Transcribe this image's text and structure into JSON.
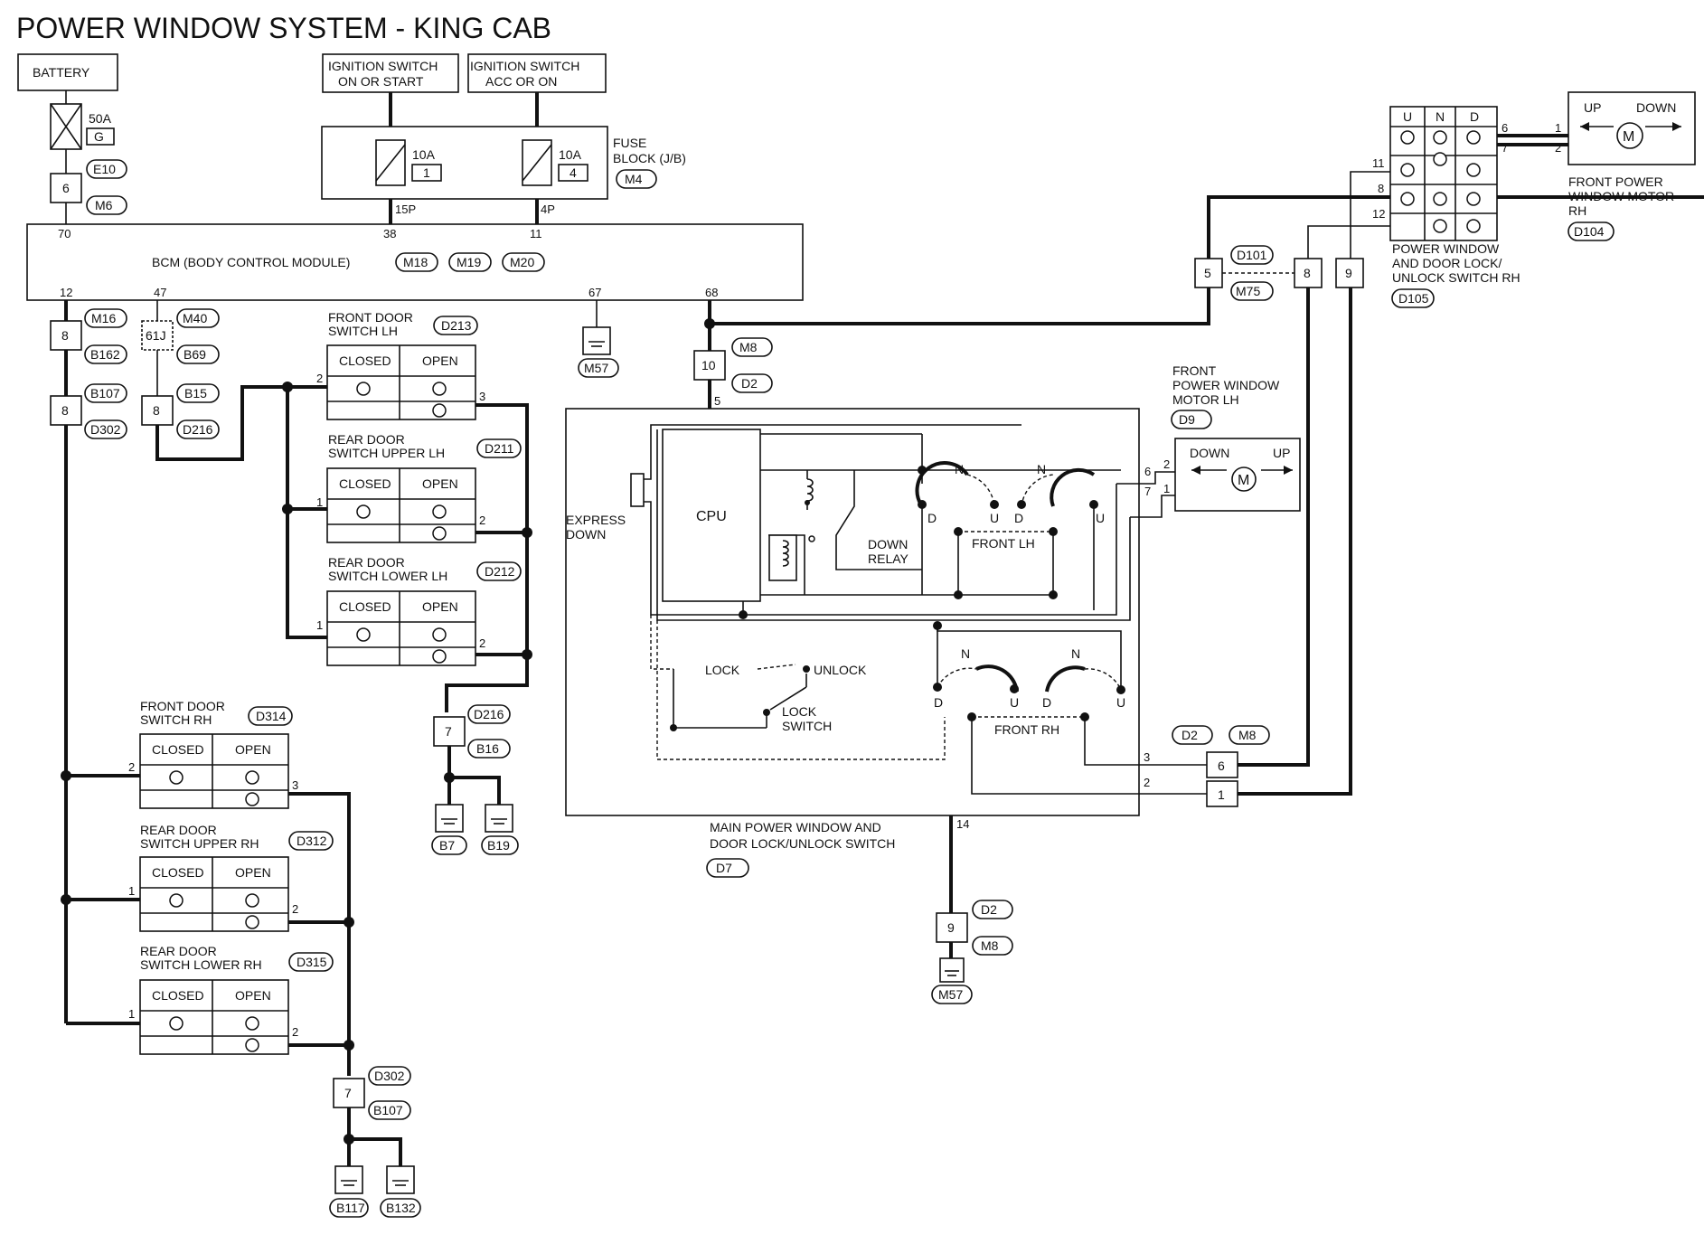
{
  "title": "POWER WINDOW SYSTEM - KING CAB",
  "battery": {
    "label": "BATTERY",
    "fuse_amp": "50A",
    "fuse_id": "G",
    "conn_pin": "6",
    "connectors": [
      "E10",
      "M6"
    ]
  },
  "ignition": {
    "on_start": [
      "IGNITION SWITCH",
      "ON OR START"
    ],
    "acc_on": [
      "IGNITION SWITCH",
      "ACC OR ON"
    ]
  },
  "fuse_block": {
    "label": [
      "FUSE",
      "BLOCK (J/B)"
    ],
    "connector": "M4",
    "fuses": [
      {
        "amp": "10A",
        "id": "1",
        "pin": "15P"
      },
      {
        "amp": "10A",
        "id": "4",
        "pin": "4P"
      }
    ]
  },
  "bcm": {
    "label": "BCM (BODY CONTROL MODULE)",
    "connectors": [
      "M18",
      "M19",
      "M20"
    ],
    "top_pins": [
      "70",
      "38",
      "11"
    ],
    "bottom_pins": [
      "12",
      "47",
      "67",
      "68"
    ]
  },
  "connectors_left": {
    "a": {
      "pin": "8",
      "ids": [
        "M16",
        "B162"
      ]
    },
    "b": {
      "pin": "8",
      "ids": [
        "B107",
        "D302"
      ]
    },
    "c": {
      "pin": "61J",
      "ids": [
        "M40",
        "B69"
      ]
    },
    "d": {
      "pin": "8",
      "ids": [
        "B15",
        "D216"
      ]
    }
  },
  "ground_m57_top": "M57",
  "conn_10": {
    "pin": "10",
    "ids": [
      "M8",
      "D2"
    ],
    "pin_below": "5"
  },
  "door_switches": {
    "closed": "CLOSED",
    "open": "OPEN",
    "lh_front": {
      "label": [
        "FRONT DOOR",
        "SWITCH LH"
      ],
      "conn": "D213",
      "pin_in": "2",
      "pin_out": "3"
    },
    "lh_rear_upper": {
      "label": [
        "REAR DOOR",
        "SWITCH UPPER LH"
      ],
      "conn": "D211",
      "pin_in": "1",
      "pin_out": "2"
    },
    "lh_rear_lower": {
      "label": [
        "REAR DOOR",
        "SWITCH LOWER LH"
      ],
      "conn": "D212",
      "pin_in": "1",
      "pin_out": "2"
    },
    "rh_front": {
      "label": [
        "FRONT DOOR",
        "SWITCH RH"
      ],
      "conn": "D314",
      "pin_in": "2",
      "pin_out": "3"
    },
    "rh_rear_upper": {
      "label": [
        "REAR DOOR",
        "SWITCH UPPER RH"
      ],
      "conn": "D312",
      "pin_in": "1",
      "pin_out": "2"
    },
    "rh_rear_lower": {
      "label": [
        "REAR DOOR",
        "SWITCH LOWER RH"
      ],
      "conn": "D315",
      "pin_in": "1",
      "pin_out": "2"
    }
  },
  "ground_lh": {
    "pin": "7",
    "ids": [
      "D216",
      "B16"
    ],
    "grounds": [
      "B7",
      "B19"
    ]
  },
  "ground_rh": {
    "pin": "7",
    "ids": [
      "D302",
      "B107"
    ],
    "grounds": [
      "B117",
      "B132"
    ]
  },
  "main_switch": {
    "label": [
      "MAIN POWER WINDOW AND",
      "DOOR LOCK/UNLOCK SWITCH"
    ],
    "connector": "D7",
    "cpu": "CPU",
    "express": [
      "EXPRESS",
      "DOWN"
    ],
    "relay": [
      "DOWN",
      "RELAY"
    ],
    "front_lh": "FRONT LH",
    "front_rh": "FRONT RH",
    "lock": "LOCK",
    "unlock": "UNLOCK",
    "lock_switch": [
      "LOCK",
      "SWITCH"
    ],
    "n": "N",
    "d": "D",
    "u": "U",
    "pins": {
      "p14": "14",
      "p3": "3",
      "p2": "2",
      "p6": "6",
      "p7": "7"
    }
  },
  "ground_bottom": {
    "pin": "9",
    "ids": [
      "D2",
      "M8"
    ],
    "ground": "M57"
  },
  "conn_d2_m8": {
    "ids": [
      "D2",
      "M8"
    ],
    "pins": [
      "6",
      "1"
    ]
  },
  "motor_lh": {
    "label": [
      "FRONT",
      "POWER WINDOW",
      "MOTOR LH"
    ],
    "connector": "D9",
    "down": "DOWN",
    "up": "UP",
    "motor": "M",
    "pins": [
      "2",
      "1"
    ]
  },
  "motor_rh": {
    "label": [
      "FRONT POWER",
      "WINDOW  MOTOR",
      "RH"
    ],
    "connector": "D104",
    "up": "UP",
    "down": "DOWN",
    "motor": "M",
    "pins": [
      "1",
      "2"
    ]
  },
  "rh_switch": {
    "label": [
      "POWER WINDOW",
      "AND DOOR LOCK/",
      "UNLOCK SWITCH RH"
    ],
    "connector": "D105",
    "cols": [
      "U",
      "N",
      "D"
    ],
    "pins_left": [
      "11",
      "8",
      "12"
    ],
    "pins_right": [
      "6",
      "7"
    ]
  },
  "conn_d101": {
    "pin": "5",
    "ids": [
      "D101",
      "M75"
    ]
  },
  "conn_8_9": [
    "8",
    "9"
  ]
}
